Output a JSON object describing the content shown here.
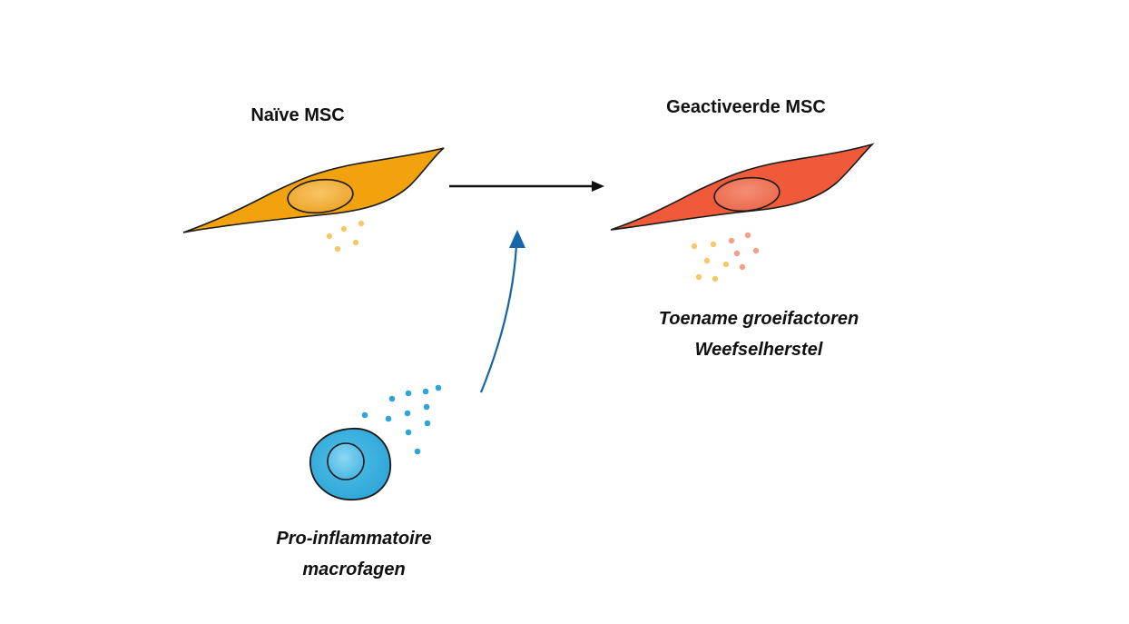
{
  "diagram": {
    "nodes": {
      "naive_msc": {
        "title": "Naïve MSC",
        "cell_color": "#f2a20c",
        "nucleus_color": "#f7b84a"
      },
      "activated_msc": {
        "title": "Geactiveerde MSC",
        "cell_color": "#ef5a3a",
        "nucleus_color": "#f27a62",
        "caption_lines": [
          "Toename groeifactoren",
          "Weefselherstel"
        ]
      },
      "macrophage": {
        "caption_lines": [
          "Pro-inflammatoire",
          "macrofagen"
        ],
        "cell_color": "#3ab0de",
        "nucleus_color": "#6ccaeb"
      }
    },
    "edges": [
      {
        "from": "naive_msc",
        "to": "activated_msc",
        "color": "#111111"
      },
      {
        "from": "macrophage",
        "to": "naive_msc->activated_msc",
        "color": "#1565a8"
      }
    ],
    "colors": {
      "naive_secretion": "#f5c96a",
      "activated_secretion_warm": "#f5c96a",
      "activated_secretion_red": "#f2a08a",
      "macrophage_secretion": "#2fa4d6",
      "outline": "#1a1a1a"
    }
  }
}
